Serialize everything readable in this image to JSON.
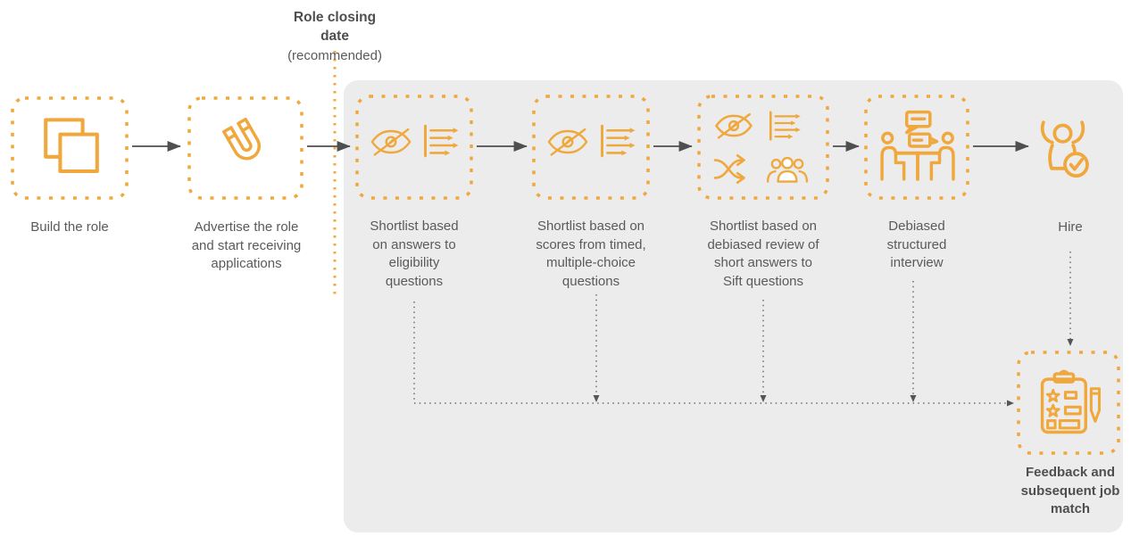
{
  "closing": {
    "title": "Role closing\ndate",
    "note": "(recommended)"
  },
  "steps": [
    {
      "id": "build-role",
      "label": "Build the role"
    },
    {
      "id": "advertise",
      "label": "Advertise the role\nand start receiving\napplications"
    },
    {
      "id": "shortlist-eligibility",
      "label": "Shortlist based\non answers to\neligibility\nquestions"
    },
    {
      "id": "shortlist-mcq",
      "label": "Shortlist based on\nscores from timed,\nmultiple-choice\nquestions"
    },
    {
      "id": "shortlist-sift",
      "label": "Shortlist based on\ndebiased review of\nshort answers to\nSift questions"
    },
    {
      "id": "interview",
      "label": "Debiased\nstructured\ninterview"
    },
    {
      "id": "hire",
      "label": "Hire"
    },
    {
      "id": "feedback",
      "label": "Feedback and\nsubsequent job\nmatch"
    }
  ],
  "colors": {
    "accent": "#F0A73C",
    "panel": "#ECECEC",
    "text": "#595A5C",
    "arrow": "#4E4F51",
    "dots": "#6D6D6D"
  }
}
